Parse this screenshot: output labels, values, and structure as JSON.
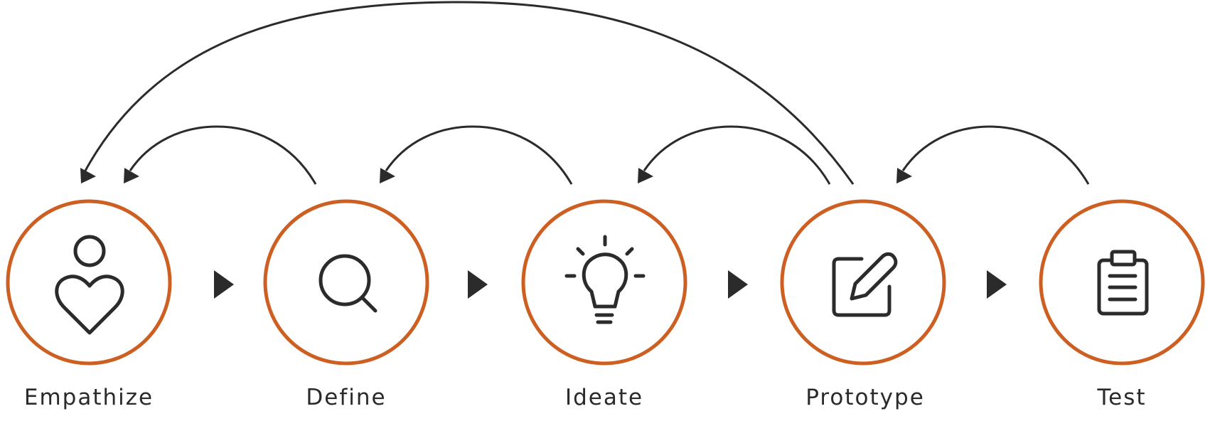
{
  "colors": {
    "ring": "#cd5f22",
    "ink": "#2b2b2b",
    "background": "#ffffff"
  },
  "stages": [
    {
      "id": "empathize",
      "label": "Empathize",
      "icon": "person-heart-icon"
    },
    {
      "id": "define",
      "label": "Define",
      "icon": "magnifier-icon"
    },
    {
      "id": "ideate",
      "label": "Ideate",
      "icon": "lightbulb-icon"
    },
    {
      "id": "prototype",
      "label": "Prototype",
      "icon": "edit-pencil-icon"
    },
    {
      "id": "test",
      "label": "Test",
      "icon": "clipboard-icon"
    }
  ],
  "flows": {
    "forward": [
      {
        "from": "empathize",
        "to": "define"
      },
      {
        "from": "define",
        "to": "ideate"
      },
      {
        "from": "ideate",
        "to": "prototype"
      },
      {
        "from": "prototype",
        "to": "test"
      }
    ],
    "feedback": [
      {
        "from": "define",
        "to": "empathize"
      },
      {
        "from": "ideate",
        "to": "define"
      },
      {
        "from": "prototype",
        "to": "ideate"
      },
      {
        "from": "test",
        "to": "prototype"
      },
      {
        "from": "prototype",
        "to": "empathize"
      }
    ]
  }
}
